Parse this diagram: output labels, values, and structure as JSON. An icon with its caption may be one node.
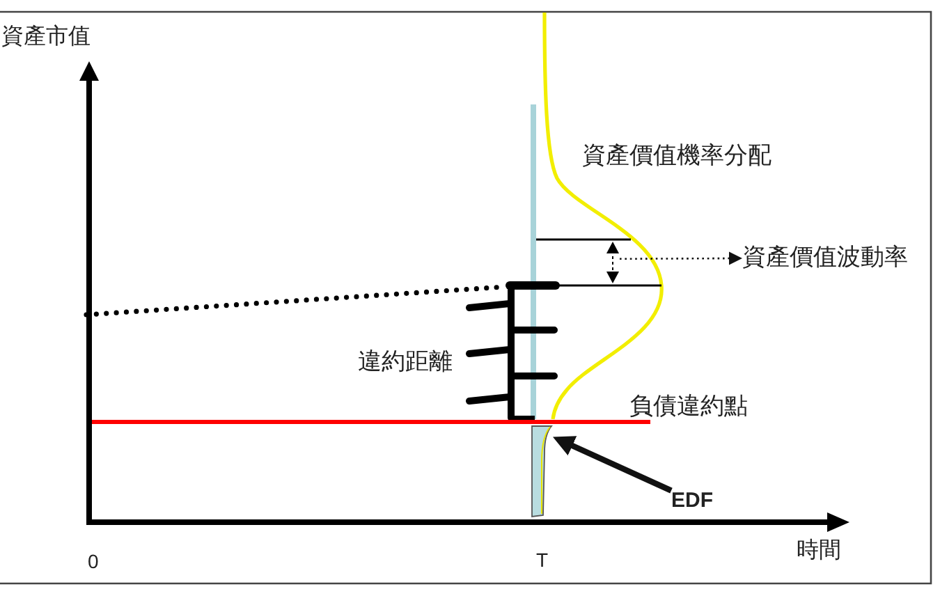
{
  "diagram": {
    "nodes": [
      {
        "text": [],
        "shape": "arrow"
      },
      {
        "text": [
          "資產價值波動率"
        ]
      },
      {
        "text": [
          "EDF"
        ]
      },
      {
        "text": [],
        "shape": "bar"
      }
    ],
    "edges": [
      {
        "from": 0,
        "to": 1,
        "arrow": "to",
        "style": "dashed"
      },
      {
        "from": 2,
        "to": 3,
        "arrow": "to",
        "style": "thick"
      }
    ],
    "labels": [
      "資產市值",
      "資產價值機率分配",
      "違約距離",
      "負債違約點",
      "0",
      "T",
      "時間"
    ]
  }
}
